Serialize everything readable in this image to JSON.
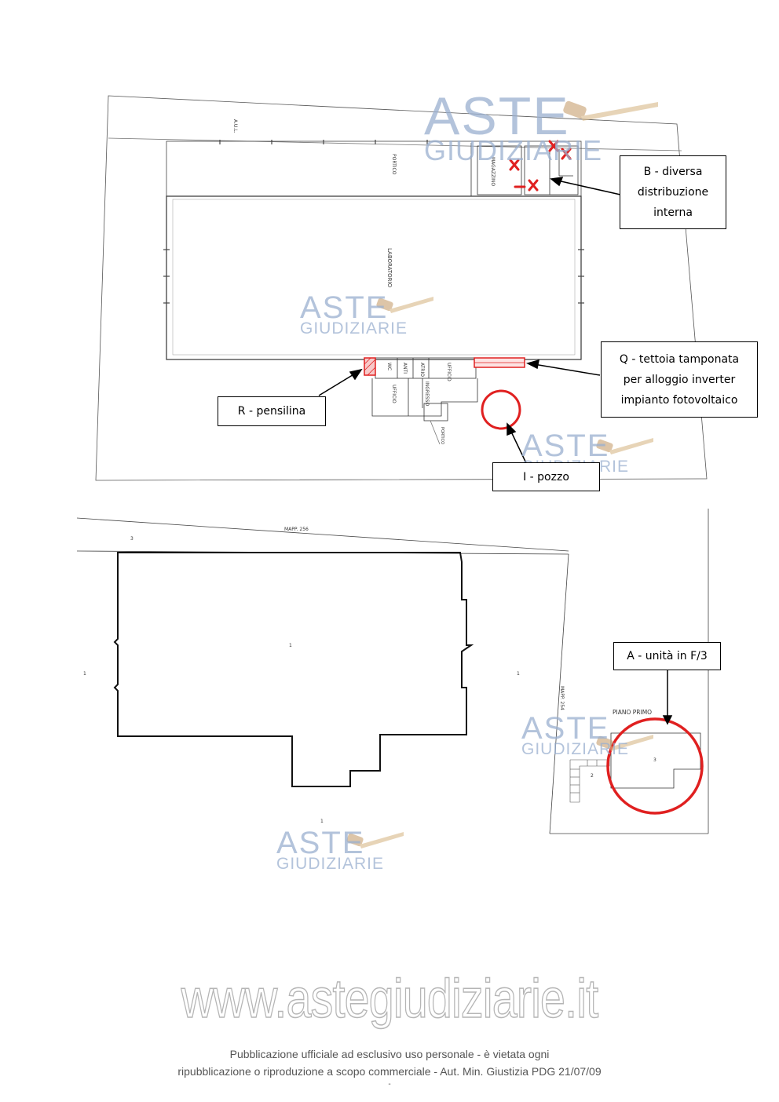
{
  "watermark": {
    "line1": "ASTE",
    "line2": "GIUDIZIARIE"
  },
  "callouts": {
    "b": {
      "line1": "B - diversa",
      "line2": "distribuzione",
      "line3": "interna"
    },
    "q": {
      "line1": "Q - tettoia tamponata",
      "line2": "per alloggio inverter",
      "line3": "impianto fotovoltaico"
    },
    "r": {
      "line1": "R - pensilina"
    },
    "i": {
      "line1": "I - pozzo"
    },
    "a": {
      "line1": "A - unità in F/3"
    }
  },
  "plan_labels": {
    "aul": "A.U.L.",
    "portico": "PORTICO",
    "magazzino": "MAGAZZINO",
    "laboratorio": "LABORATORIO",
    "wc": "WC",
    "antibagno": "ANTI",
    "atrio": "ATRIO",
    "ufficio1": "UFFICIO",
    "ufficio2": "UFFICIO",
    "ingresso": "INGRESSO",
    "portico2": "PORTICO"
  },
  "map_labels": {
    "mapp_top": "MAPP. 256",
    "num_3_top": "3",
    "num_1_left": "1",
    "num_1_center": "1",
    "num_1_right": "1",
    "num_1_bottom": "1",
    "mapp_right": "MAPP. 254",
    "piano_primo": "PIANO PRIMO",
    "num_3_unit": "3",
    "num_2_stair": "2"
  },
  "site_url": "www.astegiudiziarie.it",
  "footer": {
    "line1": "Pubblicazione ufficiale ad esclusivo uso personale - è vietata ogni",
    "line2": "ripubblicazione o riproduzione a scopo commerciale - Aut. Min. Giustizia PDG 21/07/09",
    "line3": "-"
  },
  "colors": {
    "markup_red": "#e02020",
    "watermark_blue": "#9ab0d0",
    "hammer_brown": "#c8a070"
  }
}
